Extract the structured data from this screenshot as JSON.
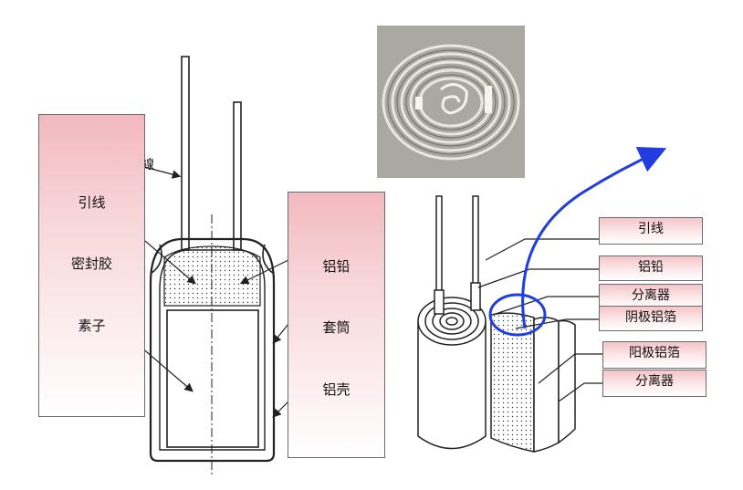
{
  "left_panel": {
    "labels": [
      "引线",
      "密封胶",
      "素子"
    ]
  },
  "middle_panel": {
    "labels": [
      "铝铅",
      "套筒",
      "铝壳"
    ]
  },
  "partial_label": "線",
  "right_callouts": [
    "引线",
    "铝铅",
    "分离器",
    "阴极铝箔",
    "阳极铝箔",
    "分离器"
  ],
  "colors": {
    "panel_top": "#f2b9bf",
    "highlight_arrow": "#1f3de0"
  }
}
